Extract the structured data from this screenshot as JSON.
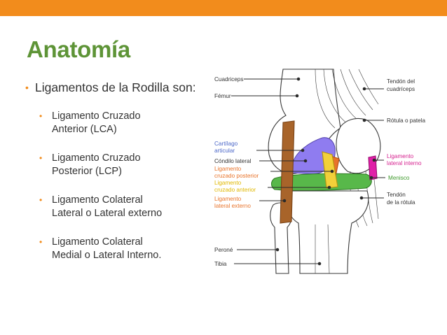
{
  "slide": {
    "title": "Anatomía",
    "bullet": "Ligamentos de la Rodilla son:",
    "sub_bullets": [
      {
        "line1": "Ligamento Cruzado",
        "line2": "Anterior (LCA)"
      },
      {
        "line1": "Ligamento Cruzado",
        "line2": "Posterior (LCP)"
      },
      {
        "line1": "Ligamento Colateral",
        "line2": "Lateral o Lateral externo"
      },
      {
        "line1": "Ligamento Colateral",
        "line2": "Medial o Lateral Interno."
      }
    ]
  },
  "diagram": {
    "labels": {
      "cuadriceps": "Cuadriceps",
      "femur": "Fémur",
      "cartilago_1": "Cartílago",
      "cartilago_2": "articular",
      "condilo_lateral": "Cóndilo lateral",
      "lig_cruzado_post_1": "Ligamento",
      "lig_cruzado_post_2": "cruzado posterior",
      "lig_cruzado_ant_1": "Ligamento",
      "lig_cruzado_ant_2": "cruzado anterior",
      "lig_lateral_ext_1": "Ligamento",
      "lig_lateral_ext_2": "lateral externo",
      "perone": "Peroné",
      "tibia": "Tibia",
      "tendon_cuad_1": "Tendón del",
      "tendon_cuad_2": "cuadríceps",
      "rotula": "Rótula o patela",
      "lig_lateral_int_1": "Ligamento",
      "lig_lateral_int_2": "lateral interno",
      "menisco": "Menisco",
      "tendon_rotula_1": "Tendón",
      "tendon_rotula_2": "de la rótula"
    },
    "colors": {
      "cartilage": "#8f7cf0",
      "meniscus": "#58b84a",
      "ligament_brown": "#a8642a",
      "ligament_yellow": "#f2d03a",
      "ligament_orange": "#e8732a",
      "ligament_magenta": "#e020a8"
    }
  },
  "theme": {
    "accent": "#f28c1c",
    "title_color": "#5e9437"
  }
}
